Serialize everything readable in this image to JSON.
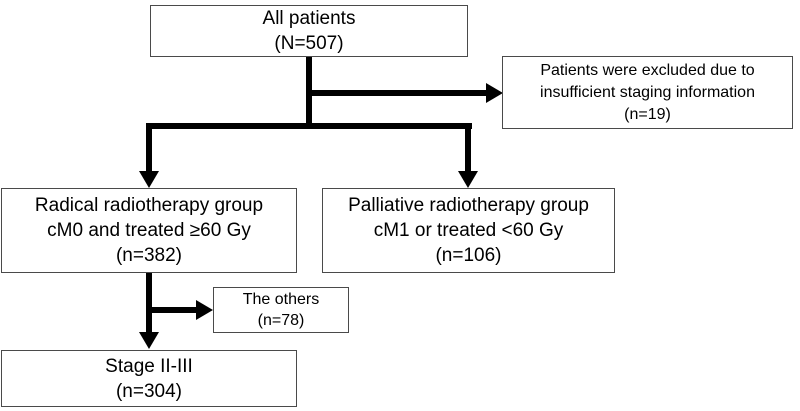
{
  "diagram": {
    "boxes": {
      "all_patients": {
        "line1": "All patients",
        "line2": "(N=507)"
      },
      "excluded": {
        "line1": "Patients were excluded due to",
        "line2": "insufficient staging information",
        "line3": "(n=19)"
      },
      "radical": {
        "line1": "Radical radiotherapy group",
        "line2": "cM0 and treated ≥60 Gy",
        "line3": "(n=382)"
      },
      "palliative": {
        "line1": "Palliative radiotherapy group",
        "line2": "cM1 or treated <60 Gy",
        "line3": "(n=106)"
      },
      "others": {
        "line1": "The others",
        "line2": "(n=78)"
      },
      "stage": {
        "line1": "Stage II-III",
        "line2": "(n=304)"
      }
    },
    "colors": {
      "connector": "#000000",
      "box_border": "#4a4a4a",
      "box_background": "#ffffff",
      "text": "#000000",
      "page_background": "#ffffff"
    }
  }
}
